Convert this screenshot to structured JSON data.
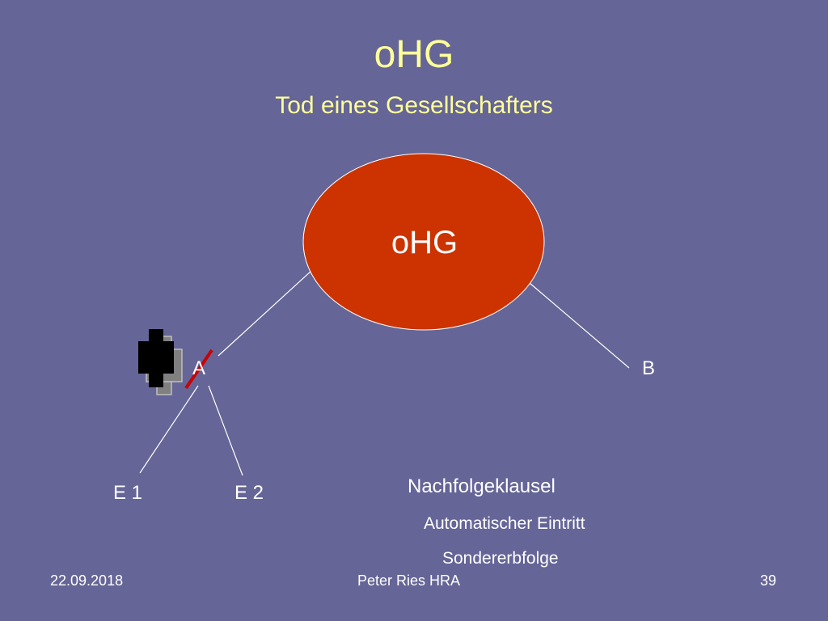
{
  "slide": {
    "title": "oHG",
    "subtitle": "Tod eines  Gesellschafters"
  },
  "diagram": {
    "company": "oHG",
    "partner_a": "A",
    "partner_b": "B",
    "heir_1": "E 1",
    "heir_2": "E 2"
  },
  "clause": {
    "heading": "Nachfolgeklausel",
    "effect_1": "Automatischer Eintritt",
    "effect_2": "Sondererbfolge"
  },
  "footer": {
    "date": "22.09.2018",
    "author": "Peter Ries HRA",
    "page": "39"
  },
  "colors": {
    "background": "#656597",
    "title": "#ffff99",
    "company_fill": "#cc3300",
    "strike": "#cc0000"
  },
  "icons": [
    "deceased-person-icon"
  ]
}
